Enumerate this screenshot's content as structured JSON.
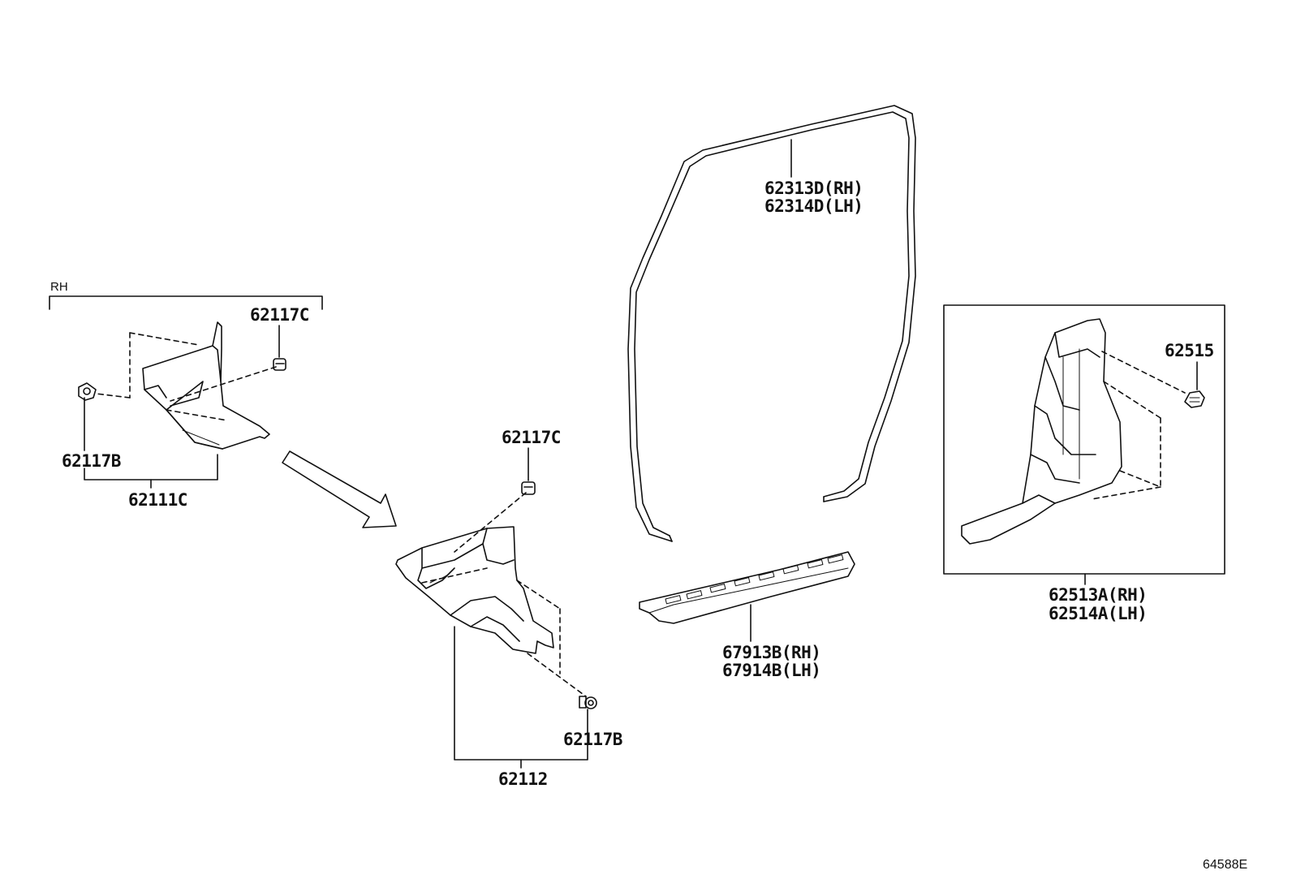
{
  "diagram": {
    "group_label": "RH",
    "drawing_code": "64588E",
    "callouts": {
      "p62117C_top": "62117C",
      "p62117B_left": "62117B",
      "p62111C": "62111C",
      "p62117C_mid": "62117C",
      "p62117B_mid": "62117B",
      "p62112": "62112",
      "p62313D": "62313D(RH)",
      "p62314D": "62314D(LH)",
      "p62515": "62515",
      "p62513A": "62513A(RH)",
      "p62514A": "62514A(LH)",
      "p67913B": "67913B(RH)",
      "p67914B": "67914B(LH)"
    }
  }
}
